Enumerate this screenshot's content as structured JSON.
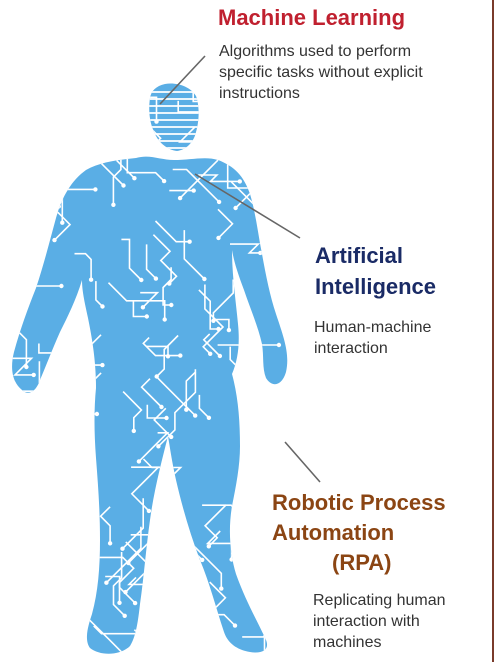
{
  "colors": {
    "figure_fill": "#5aaee5",
    "circuit": "#ffffff",
    "leader": "#666666",
    "ml_title": "#c0202f",
    "ai_title": "#1a2b66",
    "rpa_title": "#8b4513"
  },
  "labels": {
    "machine_learning": {
      "title": "Machine Learning",
      "description_lines": [
        "Algorithms used to perform",
        "specific tasks without explicit",
        "instructions"
      ]
    },
    "artificial_intelligence": {
      "title_lines": [
        "Artificial",
        "Intelligence"
      ],
      "description_lines": [
        "Human-machine",
        "interaction"
      ]
    },
    "rpa": {
      "title_lines": [
        "Robotic Process",
        "Automation",
        "(RPA)"
      ],
      "description_lines": [
        "Replicating human",
        "interaction with",
        "machines"
      ]
    }
  }
}
